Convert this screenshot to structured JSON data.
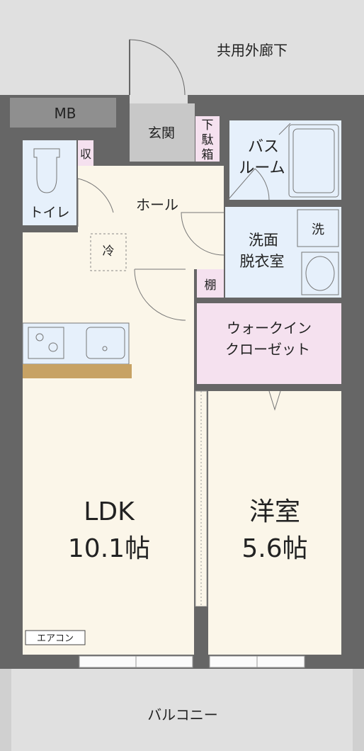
{
  "labels": {
    "corridor": "共用外廊下",
    "mb": "MB",
    "entrance": "玄関",
    "shoe_box_top": "下",
    "shoe_box_mid": "駄",
    "shoe_box_bot": "箱",
    "bath_line1": "バス",
    "bath_line2": "ルーム",
    "toilet": "トイレ",
    "storage": "収",
    "hall": "ホール",
    "fridge": "冷",
    "washer": "洗",
    "wash_line1": "洗面",
    "wash_line2": "脱衣室",
    "shelf": "棚",
    "wic_line1": "ウォークイン",
    "wic_line2": "クローゼット",
    "ldk_name": "LDK",
    "ldk_size": "10.1帖",
    "western_name": "洋室",
    "western_size": "5.6帖",
    "aircon": "エアコン",
    "balcony": "バルコニー"
  },
  "colors": {
    "wall": "#666666",
    "floor": "#fbf6e9",
    "water": "#e6f0fb",
    "closet": "#f5e1ef",
    "corridor": "#e0e0e0",
    "entrance": "#c8c8c8",
    "counter": "#c7a264"
  }
}
